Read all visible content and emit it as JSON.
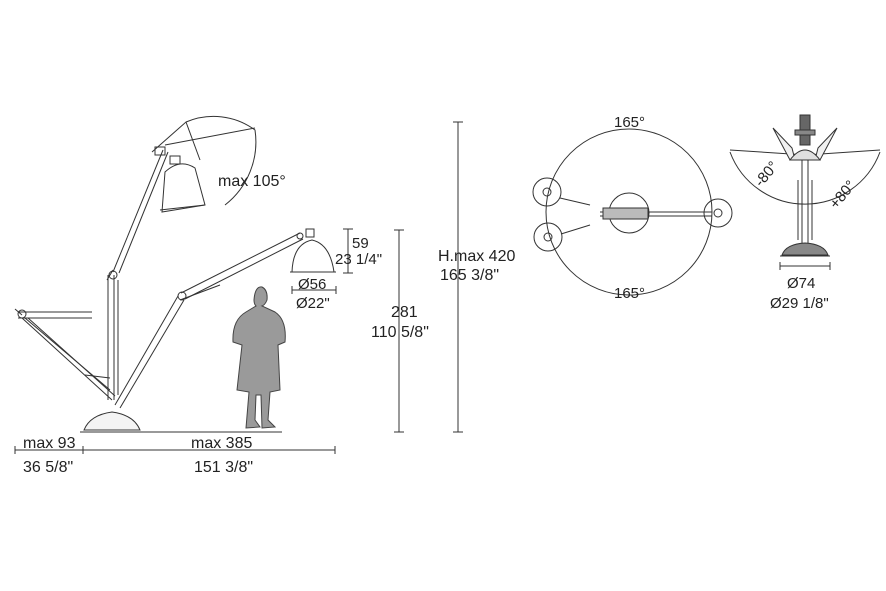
{
  "side_view": {
    "tilt_label": "max 105°",
    "shade_height_cm": "59",
    "shade_height_in": "23 1/4\"",
    "shade_diam_cm": "Ø56",
    "shade_diam_in": "Ø22\"",
    "height_cm": "281",
    "height_in": "110 5/8\"",
    "rear_reach_cm": "max 93",
    "rear_reach_in": "36 5/8\"",
    "front_reach_cm": "max 385",
    "front_reach_in": "151 3/8\""
  },
  "max_height": {
    "label_cm": "H.max 420",
    "label_in": "165 3/8\""
  },
  "top_view": {
    "rotation_top": "165°",
    "rotation_bottom": "165°"
  },
  "front_view": {
    "angle_left": "-80°",
    "angle_right": "+80°",
    "base_diam_cm": "Ø74",
    "base_diam_in": "Ø29 1/8\""
  }
}
